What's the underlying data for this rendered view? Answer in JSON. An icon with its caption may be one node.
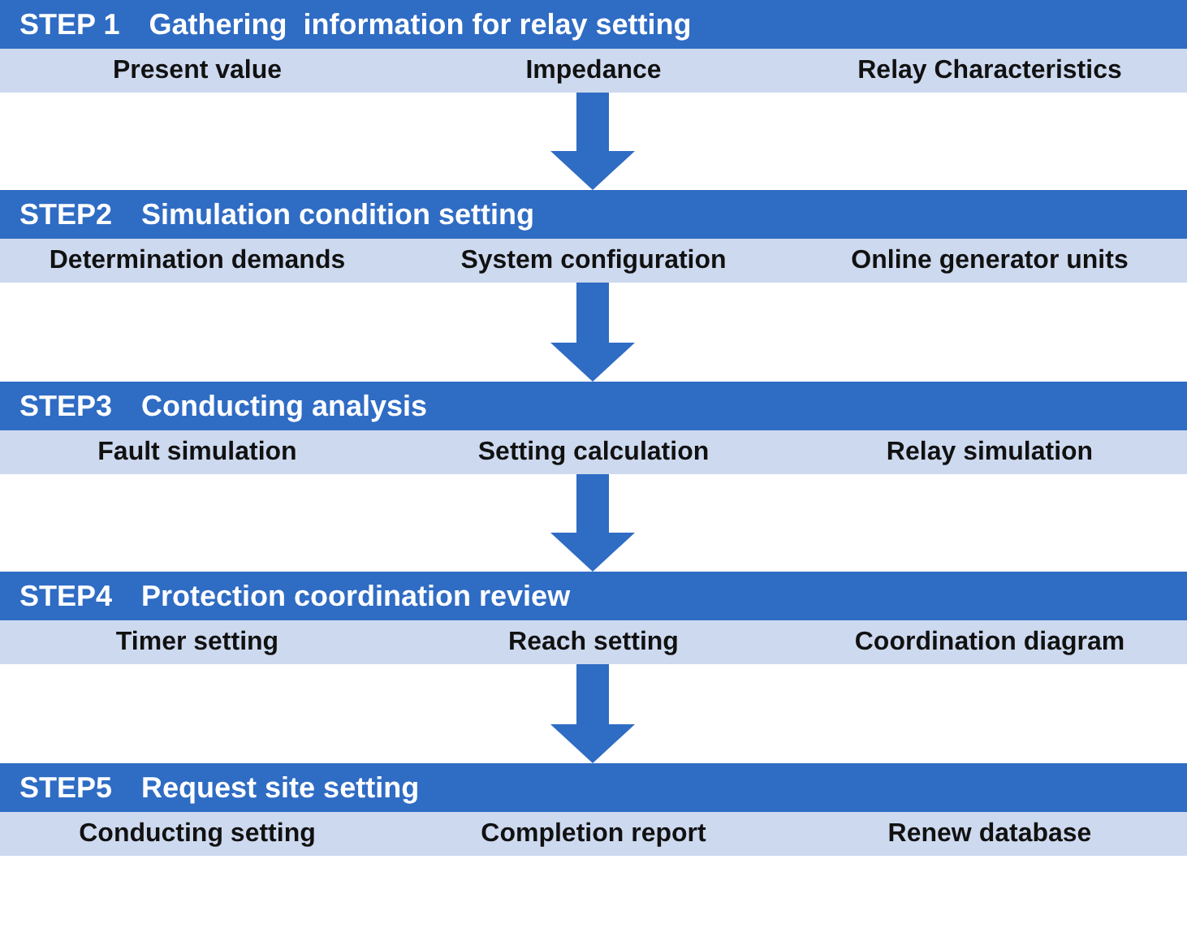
{
  "diagram": {
    "nodes": [
      {
        "text": [
          "STEP 1　Gathering  information for relay setting"
        ]
      },
      {
        "text": [
          "Present value"
        ],
        "in": 0
      },
      {
        "text": [
          "Impedance"
        ],
        "in": 0
      },
      {
        "text": [
          "Relay Characteristics"
        ],
        "in": 0
      },
      {
        "text": [
          "STEP2　Simulation condition setting"
        ]
      },
      {
        "text": [
          "Determination demands"
        ],
        "in": 4
      },
      {
        "text": [
          "System configuration"
        ],
        "in": 4
      },
      {
        "text": [
          "Online generator units"
        ],
        "in": 4
      },
      {
        "text": [
          "STEP3　Conducting analysis"
        ]
      },
      {
        "text": [
          "Fault simulation"
        ],
        "in": 8
      },
      {
        "text": [
          "Setting calculation"
        ],
        "in": 8
      },
      {
        "text": [
          "Relay simulation"
        ],
        "in": 8
      },
      {
        "text": [
          "STEP4　Protection coordination review"
        ]
      },
      {
        "text": [
          "Timer setting"
        ],
        "in": 12
      },
      {
        "text": [
          "Reach setting"
        ],
        "in": 12
      },
      {
        "text": [
          "Coordination diagram"
        ],
        "in": 12
      },
      {
        "text": [
          "STEP5　Request site setting"
        ]
      },
      {
        "text": [
          "Conducting setting"
        ],
        "in": 16
      },
      {
        "text": [
          "Completion report"
        ],
        "in": 16
      },
      {
        "text": [
          "Renew database"
        ],
        "in": 16
      }
    ],
    "edges": [
      {
        "from": 0,
        "to": 4,
        "arrow": "to"
      },
      {
        "from": 4,
        "to": 8,
        "arrow": "to"
      },
      {
        "from": 8,
        "to": 12,
        "arrow": "to"
      },
      {
        "from": 12,
        "to": 16,
        "arrow": "to"
      }
    ]
  }
}
